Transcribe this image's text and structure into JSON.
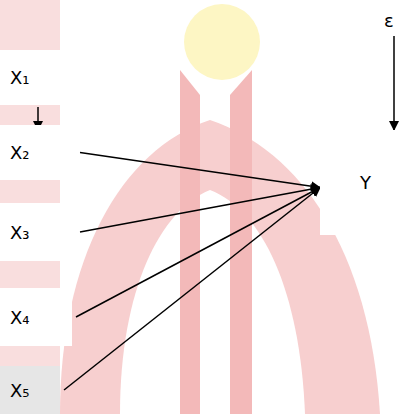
{
  "diagram": {
    "nodes": [
      {
        "text": [
          "ε"
        ]
      },
      {
        "text": [
          "X₁"
        ]
      },
      {
        "text": [
          "X₂"
        ]
      },
      {
        "text": [
          "X₃"
        ]
      },
      {
        "text": [
          "X₄"
        ]
      },
      {
        "text": [
          "X₅"
        ]
      },
      {
        "text": [
          "Y"
        ]
      }
    ],
    "edges": [
      {
        "from": 0,
        "to": 6,
        "arrow": "to"
      },
      {
        "from": 1,
        "to": 6,
        "arrow": "to"
      },
      {
        "from": 2,
        "to": 6,
        "arrow": "to"
      },
      {
        "from": 3,
        "to": 6,
        "arrow": "to"
      },
      {
        "from": 4,
        "to": 6,
        "arrow": "to"
      },
      {
        "from": 5,
        "to": 6,
        "arrow": "to"
      }
    ]
  }
}
